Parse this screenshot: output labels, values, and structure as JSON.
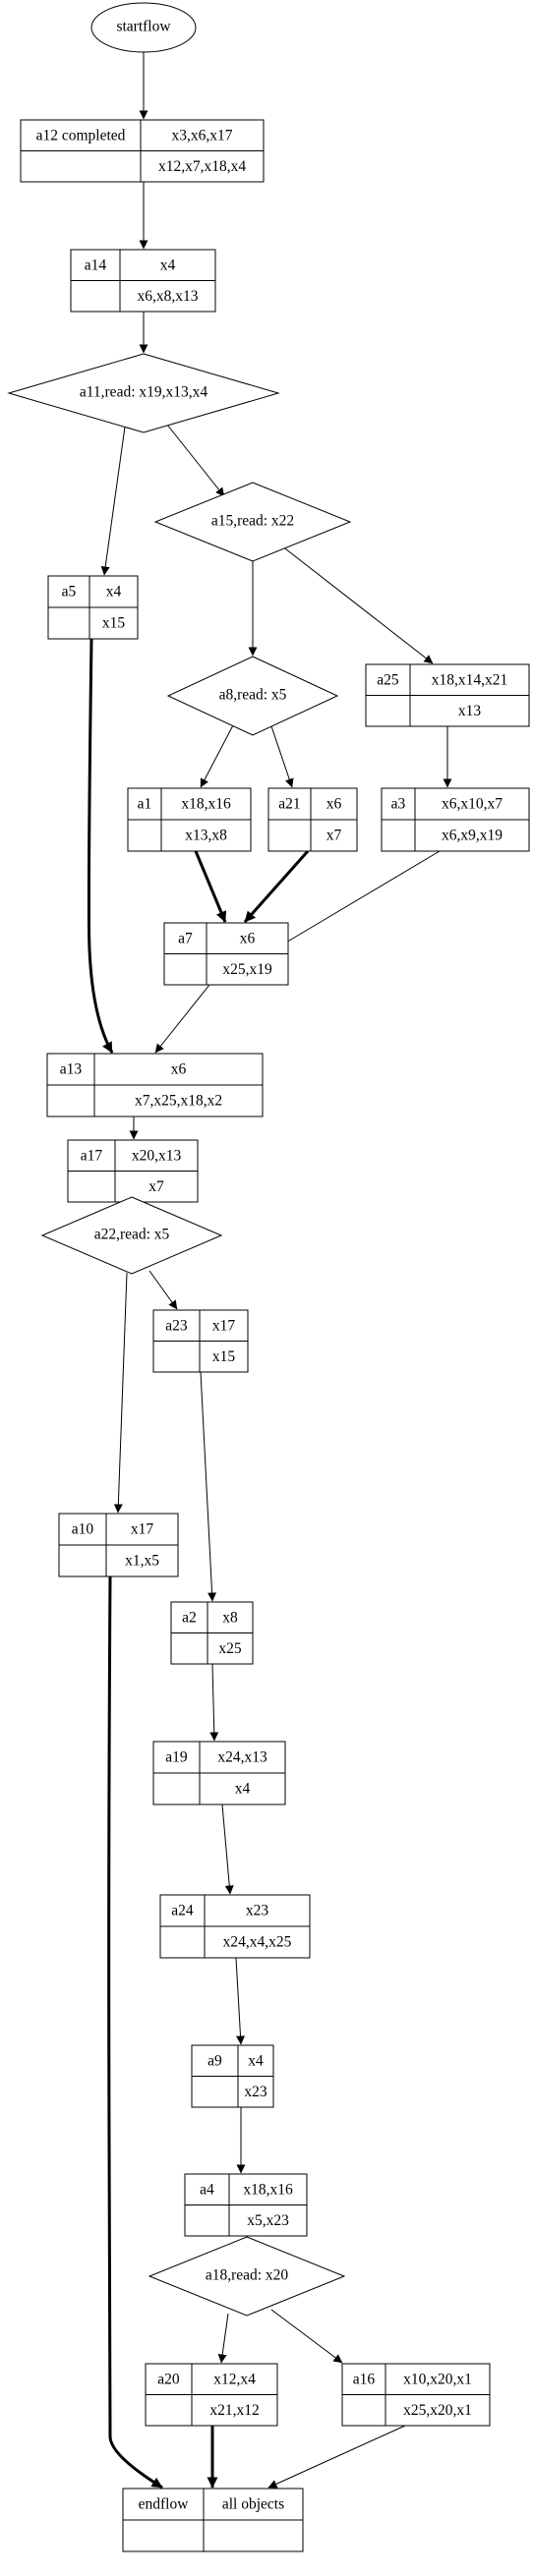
{
  "start": "startflow",
  "nodes": [
    {
      "id": "a12",
      "label": "a12 completed",
      "reads": "x3,x6,x17",
      "writes": "x12,x7,x18,x4"
    },
    {
      "id": "a14",
      "label": "a14",
      "reads": "x4",
      "writes": "x6,x8,x13"
    },
    {
      "id": "a11",
      "label": "a11,read: x19,x13,x4"
    },
    {
      "id": "a15",
      "label": "a15,read: x22"
    },
    {
      "id": "a5",
      "label": "a5",
      "reads": "x4",
      "writes": "x15"
    },
    {
      "id": "a25",
      "label": "a25",
      "reads": "x18,x14,x21",
      "writes": "x13"
    },
    {
      "id": "a8",
      "label": "a8,read: x5"
    },
    {
      "id": "a1",
      "label": "a1",
      "reads": "x18,x16",
      "writes": "x13,x8"
    },
    {
      "id": "a21",
      "label": "a21",
      "reads": "x6",
      "writes": "x7"
    },
    {
      "id": "a3",
      "label": "a3",
      "reads": "x6,x10,x7",
      "writes": "x6,x9,x19"
    },
    {
      "id": "a7",
      "label": "a7",
      "reads": "x6",
      "writes": "x25,x19"
    },
    {
      "id": "a13",
      "label": "a13",
      "reads": "x6",
      "writes": "x7,x25,x18,x2"
    },
    {
      "id": "a17",
      "label": "a17",
      "reads": "x20,x13",
      "writes": "x7"
    },
    {
      "id": "a22",
      "label": "a22,read: x5"
    },
    {
      "id": "a23",
      "label": "a23",
      "reads": "x17",
      "writes": "x15"
    },
    {
      "id": "a10",
      "label": "a10",
      "reads": "x17",
      "writes": "x1,x5"
    },
    {
      "id": "a2",
      "label": "a2",
      "reads": "x8",
      "writes": "x25"
    },
    {
      "id": "a19",
      "label": "a19",
      "reads": "x24,x13",
      "writes": "x4"
    },
    {
      "id": "a24",
      "label": "a24",
      "reads": "x23",
      "writes": "x24,x4,x25"
    },
    {
      "id": "a9",
      "label": "a9",
      "reads": "x4",
      "writes": "x23"
    },
    {
      "id": "a4",
      "label": "a4",
      "reads": "x18,x16",
      "writes": "x5,x23"
    },
    {
      "id": "a18",
      "label": "a18,read: x20"
    },
    {
      "id": "a20",
      "label": "a20",
      "reads": "x12,x4",
      "writes": "x21,x12"
    },
    {
      "id": "a16",
      "label": "a16",
      "reads": "x10,x20,x1",
      "writes": "x25,x20,x1"
    },
    {
      "id": "endflow",
      "label": "endflow",
      "reads": "all objects",
      "writes": ""
    }
  ],
  "edges": [
    {
      "from": "start",
      "to": "a12",
      "bold": false
    },
    {
      "from": "a12",
      "to": "a14",
      "bold": false
    },
    {
      "from": "a14",
      "to": "a11",
      "bold": false
    },
    {
      "from": "a11",
      "to": "a5",
      "bold": false
    },
    {
      "from": "a11",
      "to": "a15",
      "bold": false
    },
    {
      "from": "a15",
      "to": "a8",
      "bold": false
    },
    {
      "from": "a15",
      "to": "a25",
      "bold": false
    },
    {
      "from": "a8",
      "to": "a1",
      "bold": false
    },
    {
      "from": "a8",
      "to": "a21",
      "bold": false
    },
    {
      "from": "a25",
      "to": "a3",
      "bold": false
    },
    {
      "from": "a1",
      "to": "a7",
      "bold": true
    },
    {
      "from": "a21",
      "to": "a7",
      "bold": true
    },
    {
      "from": "a3",
      "to": "a7",
      "bold": false
    },
    {
      "from": "a5",
      "to": "a13",
      "bold": true
    },
    {
      "from": "a7",
      "to": "a13",
      "bold": false
    },
    {
      "from": "a13",
      "to": "a17",
      "bold": false
    },
    {
      "from": "a17",
      "to": "a22",
      "bold": false
    },
    {
      "from": "a22",
      "to": "a10",
      "bold": false
    },
    {
      "from": "a22",
      "to": "a23",
      "bold": false
    },
    {
      "from": "a23",
      "to": "a2",
      "bold": false
    },
    {
      "from": "a2",
      "to": "a19",
      "bold": false
    },
    {
      "from": "a19",
      "to": "a24",
      "bold": false
    },
    {
      "from": "a24",
      "to": "a9",
      "bold": false
    },
    {
      "from": "a9",
      "to": "a4",
      "bold": false
    },
    {
      "from": "a4",
      "to": "a18",
      "bold": false
    },
    {
      "from": "a18",
      "to": "a20",
      "bold": false
    },
    {
      "from": "a18",
      "to": "a16",
      "bold": false
    },
    {
      "from": "a10",
      "to": "endflow",
      "bold": true
    },
    {
      "from": "a20",
      "to": "endflow",
      "bold": true
    },
    {
      "from": "a16",
      "to": "endflow",
      "bold": false
    }
  ]
}
